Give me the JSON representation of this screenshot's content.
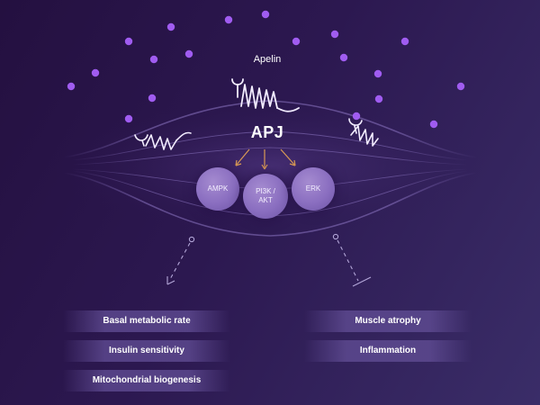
{
  "labels": {
    "ligand": "Apelin",
    "receptor": "APJ"
  },
  "pathways": [
    {
      "name": "AMPK"
    },
    {
      "name": "PI3K / AKT"
    },
    {
      "name": "ERK"
    }
  ],
  "effects": {
    "increased": [
      "Basal metabolic rate",
      "Insulin sensitivity",
      "Mitochondrial biogenesis"
    ],
    "inhibited": [
      "Muscle atrophy",
      "Inflammation"
    ]
  },
  "colors": {
    "dot": "#a05cf0",
    "arrow": "#d99a55",
    "node": "#8a6ec0"
  }
}
